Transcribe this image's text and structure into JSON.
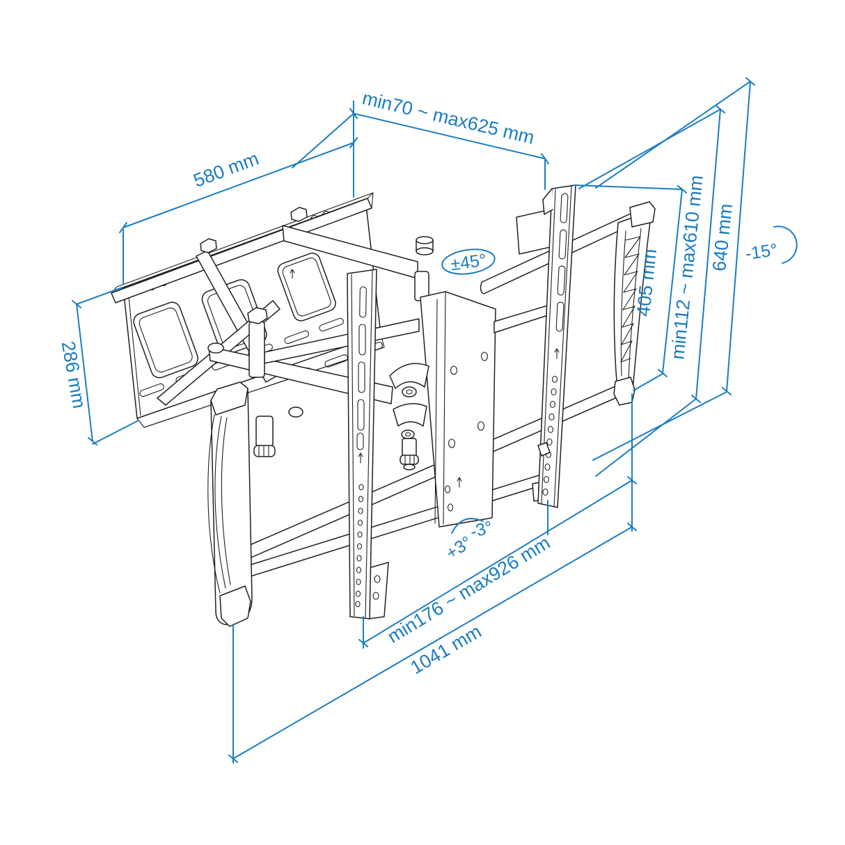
{
  "diagram": {
    "type": "technical-dimension-drawing",
    "subject": "Articulating full-motion TV wall mount bracket, isometric view",
    "style": {
      "dimension_color": "#1a7cc2",
      "artwork_color": "#1f1f1f",
      "background": "#ffffff"
    },
    "annotations": {
      "wall_plate_width": "580 mm",
      "wall_plate_height": "286 mm",
      "extension_depth_range": "min70 ~ max625 mm",
      "swivel_range": "±45°",
      "vesa_bracket_height": "405 mm",
      "mount_height_range": "min112 ~ max610 mm",
      "total_height": "640 mm",
      "tilt_angle": "-15°",
      "level_adjust_plus": "+3°",
      "level_adjust_minus": "-3°",
      "bracket_width_range": "min176 ~ max926 mm",
      "total_width": "1041 mm"
    }
  }
}
